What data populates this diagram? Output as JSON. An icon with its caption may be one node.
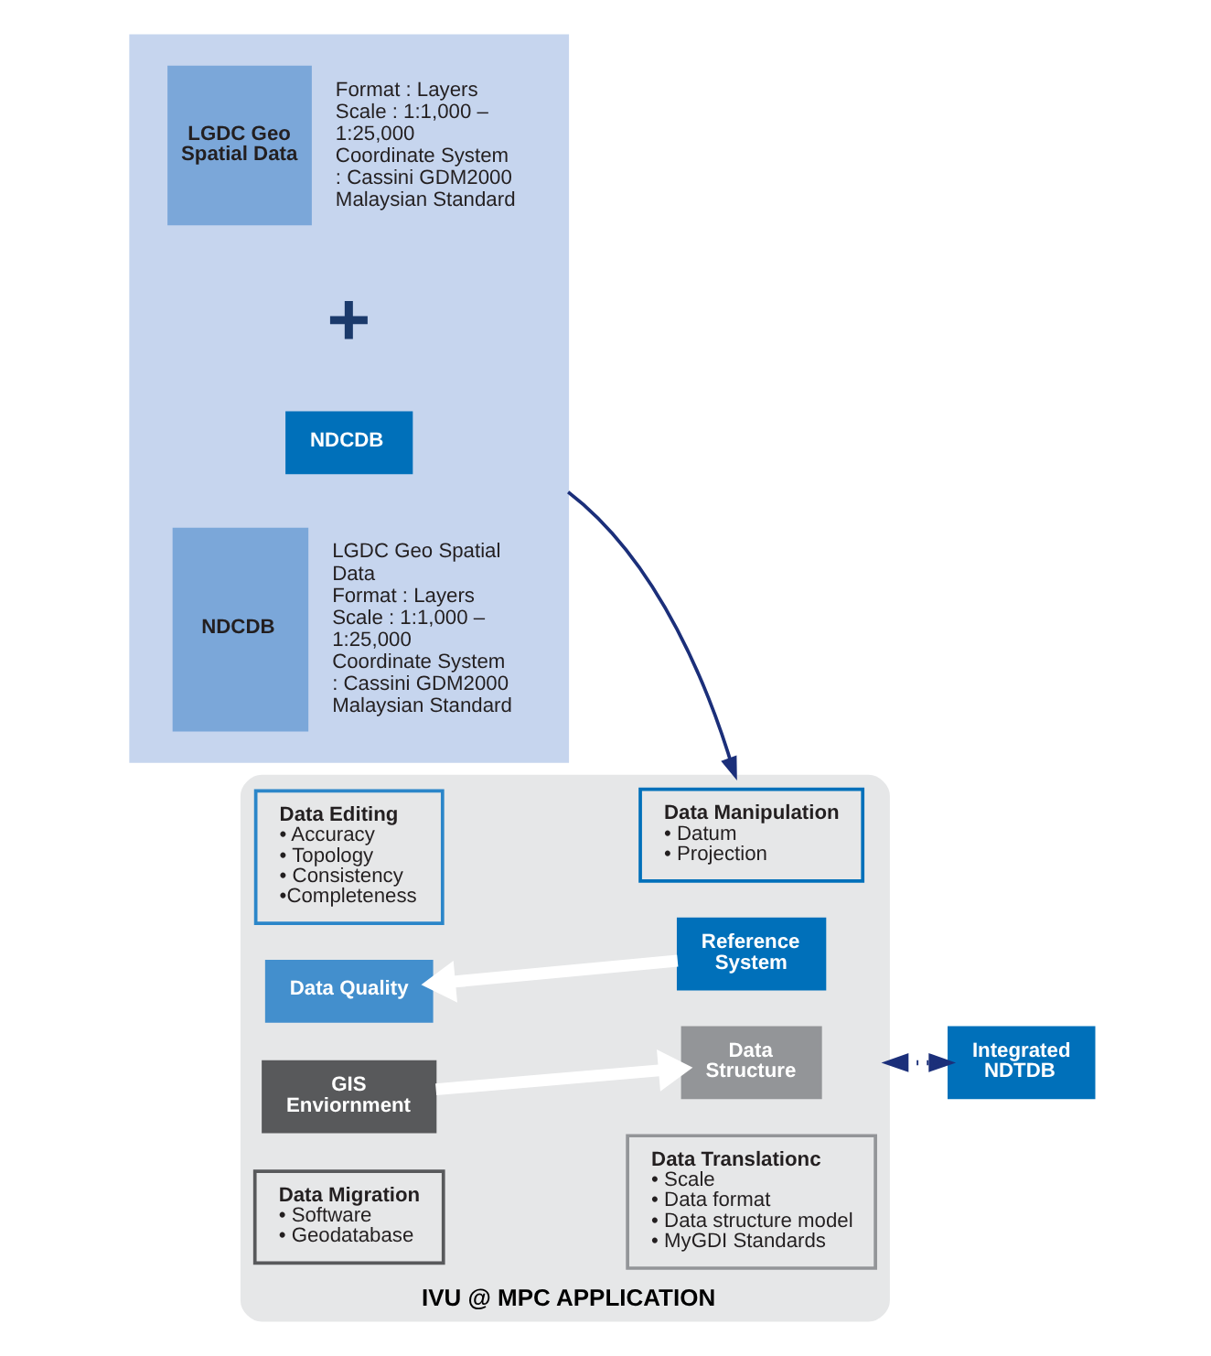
{
  "diagram": {
    "nodes": [
      {
        "text": [],
        "shape": "box"
      },
      {
        "text": [
          "LGDC Geo Spatial Data"
        ],
        "beside": [
          "Format : Layers",
          "Scale : 1:1,000 – 1:25,000",
          "Coordinate System : Cassini GDM2000 Malaysian Standard"
        ],
        "in": 0
      },
      {
        "text": [
          "NDCDB"
        ],
        "in": 0
      },
      {
        "text": [
          "NDCDB"
        ],
        "beside": [
          "LGDC Geo Spatial Data",
          "Format : Layers",
          "Scale : 1:1,000 – 1:25,000",
          "Coordinate System : Cassini GDM2000 Malaysian Standard"
        ],
        "in": 0
      },
      {
        "text": [
          "IVU @ MPC APPLICATION"
        ]
      },
      {
        "text": [
          "Data Manipulation",
          "• Datum",
          "• Projection"
        ],
        "in": 4
      },
      {
        "text": [
          "Data Editing",
          "• Accuracy",
          "• Topology",
          "• Consistency",
          "•Completeness"
        ],
        "in": 4
      },
      {
        "text": [
          "Reference System"
        ],
        "in": 4
      },
      {
        "text": [
          "Data Quality"
        ],
        "in": 4
      },
      {
        "text": [
          "Data Structure"
        ],
        "in": 4
      },
      {
        "text": [
          "GIS Enviornment"
        ],
        "in": 4
      },
      {
        "text": [
          "Data Translationc",
          "• Scale",
          "• Data format",
          "• Data structure model",
          "• MyGDI Standards"
        ],
        "in": 4
      },
      {
        "text": [
          "Data Migration",
          "• Software",
          "• Geodatabase"
        ],
        "in": 4
      },
      {
        "text": [
          "Integrated NDTDB"
        ]
      }
    ],
    "edges": [
      {
        "from": 0,
        "to": 4,
        "arrow": "to",
        "color": "#1b2f7a"
      },
      {
        "from": 7,
        "to": 8,
        "arrow": "to",
        "color": "#ffffff",
        "style": "thick"
      },
      {
        "from": 10,
        "to": 9,
        "arrow": "to",
        "color": "#ffffff",
        "style": "thick"
      },
      {
        "from": 4,
        "to": 13,
        "arrow": "both",
        "style": "dashed",
        "color": "#1b2f7a"
      }
    ],
    "labels": [
      "+"
    ]
  }
}
